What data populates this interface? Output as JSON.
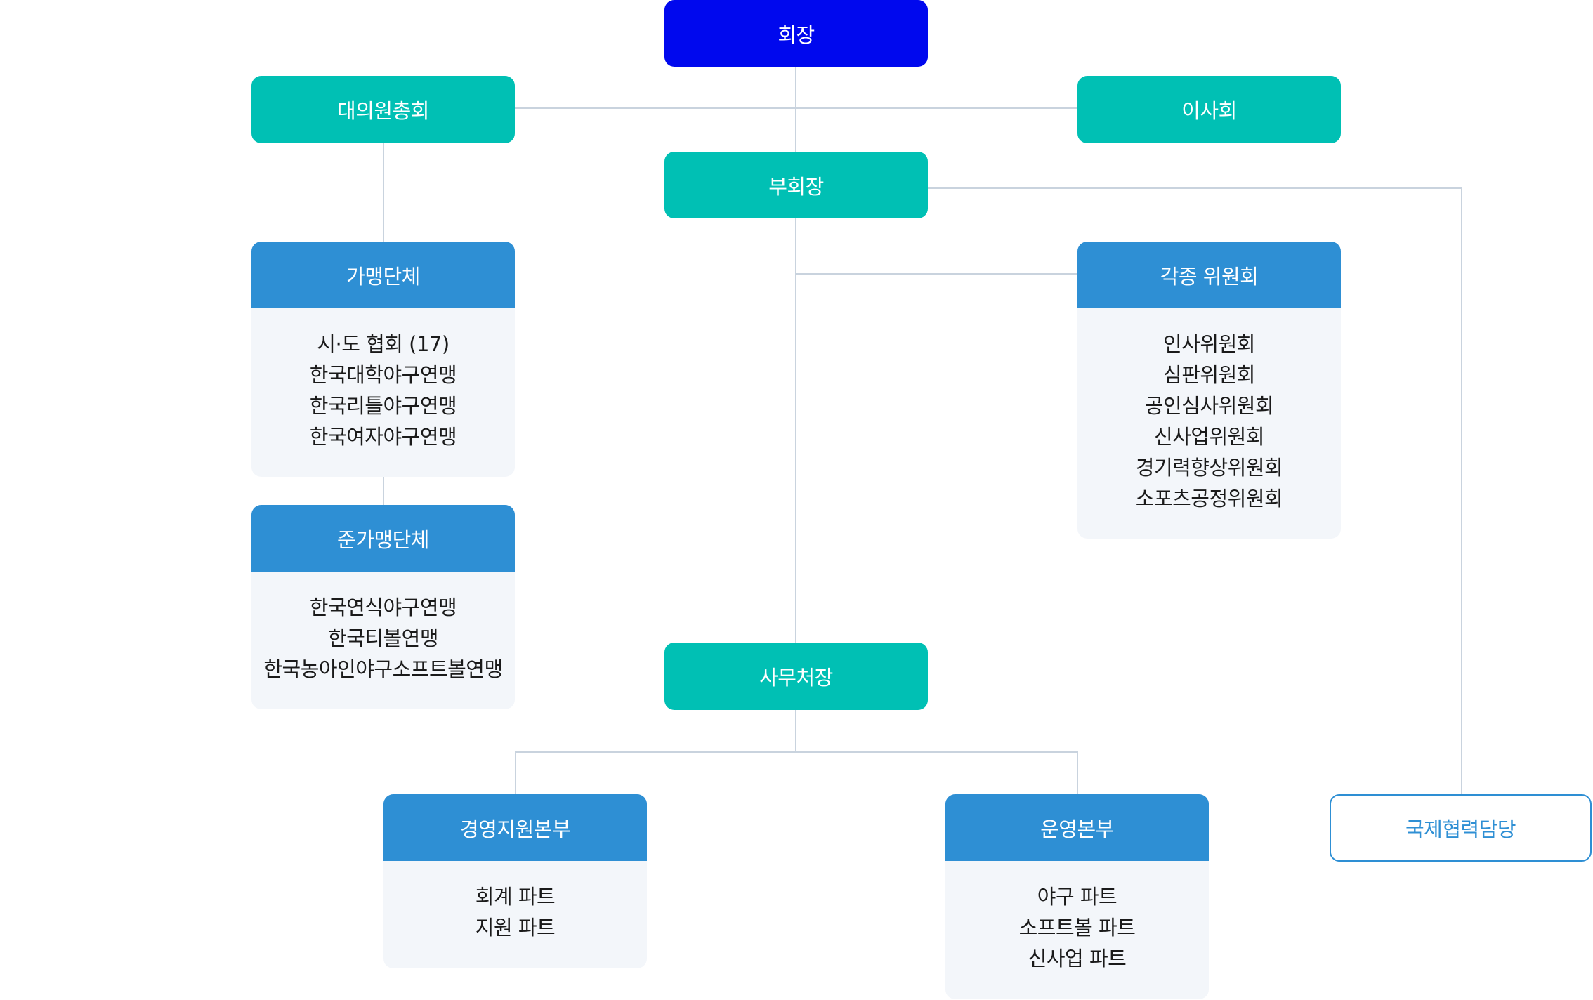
{
  "colors": {
    "president_fill": "#0008ee",
    "teal_fill": "#00c0b4",
    "card_header": "#2e8fd4",
    "card_body": "#f3f6fa",
    "connector": "#c9d3de"
  },
  "nodes": {
    "president": "회장",
    "general_assembly": "대의원총회",
    "board": "이사회",
    "vice_president": "부회장",
    "secretary_general": "사무처장",
    "international": "국제협력담당"
  },
  "cards": {
    "member_orgs": {
      "title": "가맹단체",
      "items": [
        "시·도 협회 (17)",
        "한국대학야구연맹",
        "한국리틀야구연맹",
        "한국여자야구연맹"
      ]
    },
    "associate_orgs": {
      "title": "준가맹단체",
      "items": [
        "한국연식야구연맹",
        "한국티볼연맹",
        "한국농아인야구소프트볼연맹"
      ]
    },
    "committees": {
      "title": "각종 위원회",
      "items": [
        "인사위원회",
        "심판위원회",
        "공인심사위원회",
        "신사업위원회",
        "경기력향상위원회",
        "소포츠공정위원회"
      ]
    },
    "management_support": {
      "title": "경영지원본부",
      "items": [
        "회계 파트",
        "지원 파트"
      ]
    },
    "operations": {
      "title": "운영본부",
      "items": [
        "야구 파트",
        "소프트볼 파트",
        "신사업 파트"
      ]
    }
  }
}
